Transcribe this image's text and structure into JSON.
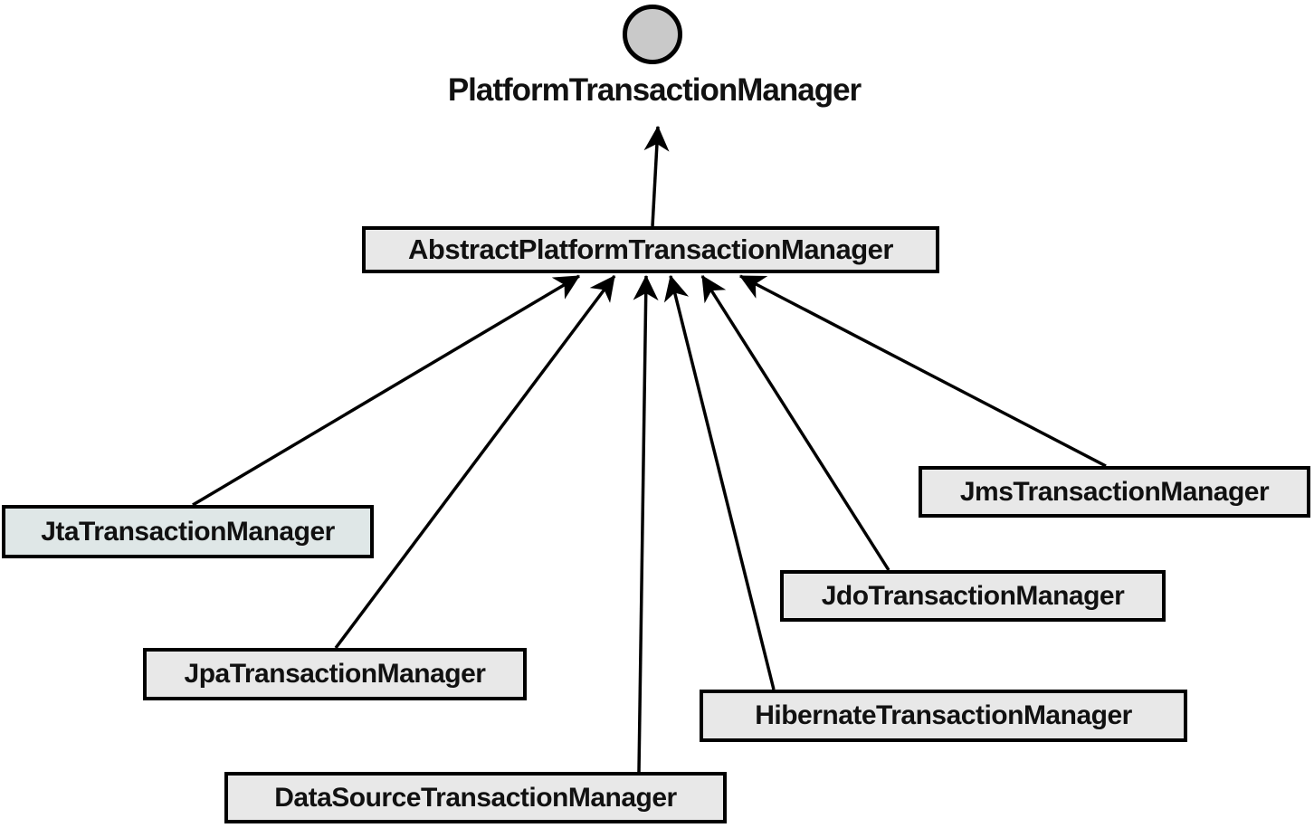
{
  "diagram": {
    "kind": "uml-inheritance-diagram",
    "interface_node": {
      "icon": "interface-lollipop-circle",
      "label": "PlatformTransactionManager"
    },
    "abstract_node": {
      "label": "AbstractPlatformTransactionManager"
    },
    "children": [
      {
        "id": "jta",
        "label": "JtaTransactionManager"
      },
      {
        "id": "jpa",
        "label": "JpaTransactionManager"
      },
      {
        "id": "datasource",
        "label": "DataSourceTransactionManager"
      },
      {
        "id": "hibernate",
        "label": "HibernateTransactionManager"
      },
      {
        "id": "jdo",
        "label": "JdoTransactionManager"
      },
      {
        "id": "jms",
        "label": "JmsTransactionManager"
      }
    ],
    "relations": [
      {
        "from": "AbstractPlatformTransactionManager",
        "to": "PlatformTransactionManager",
        "type": "implements-arrow"
      },
      {
        "from": "JtaTransactionManager",
        "to": "AbstractPlatformTransactionManager",
        "type": "extends-arrow"
      },
      {
        "from": "JpaTransactionManager",
        "to": "AbstractPlatformTransactionManager",
        "type": "extends-arrow"
      },
      {
        "from": "DataSourceTransactionManager",
        "to": "AbstractPlatformTransactionManager",
        "type": "extends-arrow"
      },
      {
        "from": "HibernateTransactionManager",
        "to": "AbstractPlatformTransactionManager",
        "type": "extends-arrow"
      },
      {
        "from": "JdoTransactionManager",
        "to": "AbstractPlatformTransactionManager",
        "type": "extends-arrow"
      },
      {
        "from": "JmsTransactionManager",
        "to": "AbstractPlatformTransactionManager",
        "type": "extends-arrow"
      }
    ],
    "colors": {
      "background": "#ffffff",
      "box_fill": "#e8e8e8",
      "jta_fill": "#dfe7e7",
      "circle_fill": "#c9c9c9",
      "line": "#000000",
      "text": "#111111"
    }
  }
}
